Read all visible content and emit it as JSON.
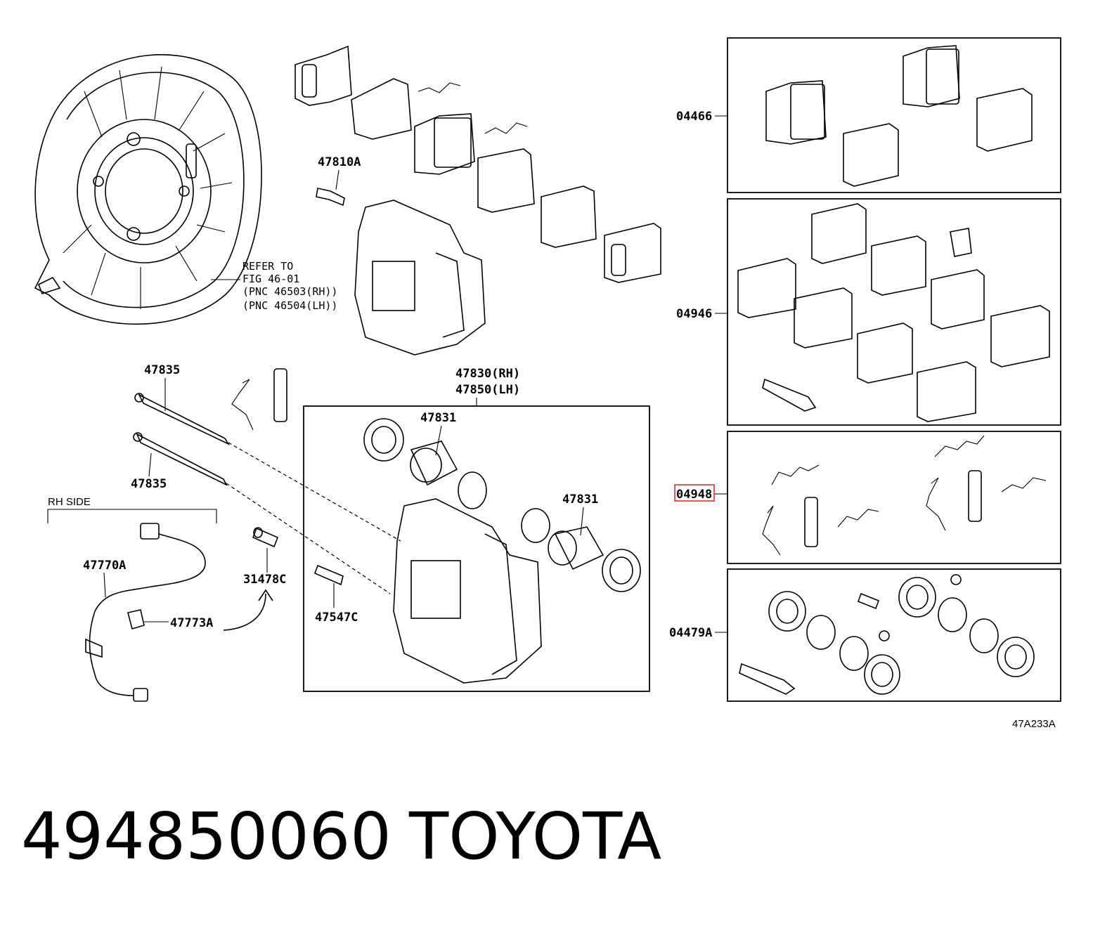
{
  "diagram_id": "47A233A",
  "callouts": {
    "backing_plate": "47810A",
    "refer_lines": [
      "REFER TO",
      "FIG 46-01",
      "(PNC 46503(RH))",
      "(PNC 46504(LH))"
    ],
    "pin_top": "47835",
    "pin_bottom": "47835",
    "caliper_rh": "47830(RH)",
    "caliper_lh": "47850(LH)",
    "piston_top": "47831",
    "piston_right": "47831",
    "rh_side": "RH SIDE",
    "sensor": "47770A",
    "sensor_clamp": "47773A",
    "bleeder_cap": "31478C",
    "bleeder": "47547C",
    "kit_pads": "04466",
    "kit_shims": "04946",
    "kit_fittings": "04948",
    "kit_seals": "04479A"
  },
  "footer": {
    "part_number": "494850060",
    "brand": "TOYOTA"
  },
  "colors": {
    "line": "#000000",
    "highlight": "#e02020",
    "background": "#ffffff"
  }
}
